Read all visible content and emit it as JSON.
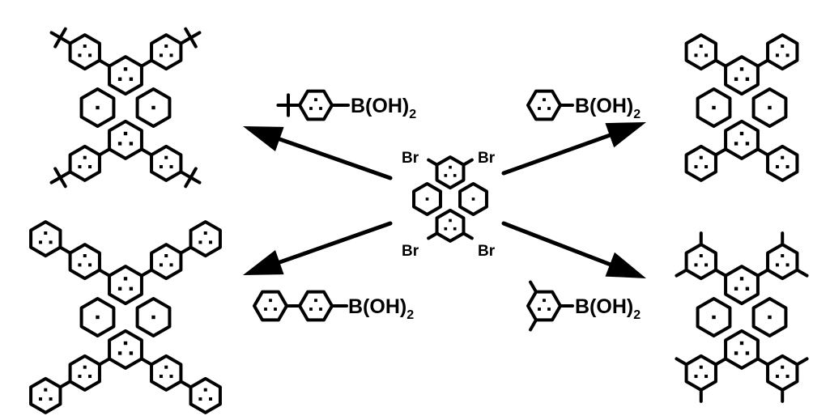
{
  "diagram": {
    "type": "reaction-scheme",
    "description_text": "",
    "center_molecule": {
      "substituent_labels": [
        "Br",
        "Br",
        "Br",
        "Br"
      ]
    },
    "reagents": [
      {
        "group": "tert-butylphenyl",
        "label_main": "B(OH)",
        "label_sub": "2"
      },
      {
        "group": "phenyl",
        "label_main": "B(OH)",
        "label_sub": "2"
      },
      {
        "group": "biphenyl",
        "label_main": "B(OH)",
        "label_sub": "2"
      },
      {
        "group": "3,5-dimethylphenyl",
        "label_main": "B(OH)",
        "label_sub": "2"
      }
    ],
    "products": [
      {
        "position": "top-left",
        "aryl": "4-tert-butylphenyl"
      },
      {
        "position": "top-right",
        "aryl": "phenyl"
      },
      {
        "position": "bottom-left",
        "aryl": "4-biphenyl"
      },
      {
        "position": "bottom-right",
        "aryl": "3,5-dimethylphenyl"
      }
    ],
    "colors": {
      "ink": "#000000",
      "background": "#ffffff"
    }
  }
}
